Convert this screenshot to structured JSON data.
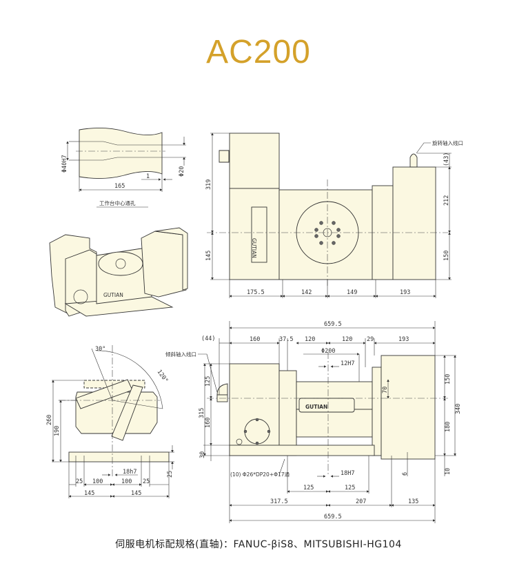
{
  "title": "AC200",
  "colors": {
    "title": "#d4a12a",
    "part_fill": "#fbf8e1",
    "line": "#333333"
  },
  "through_hole_view": {
    "caption": "工作台中心通孔",
    "dims": {
      "bore": "Φ40H7",
      "inner": "Φ20",
      "length": "165",
      "step": "1"
    }
  },
  "top_view": {
    "port_label": "旋转轴入线口",
    "dims": {
      "height_total": "319",
      "height_lower": "145",
      "port_offset": "(43)",
      "motor_upper": "212",
      "motor_lower": "150",
      "w1": "175.5",
      "w2": "142",
      "w3": "149",
      "w4": "193"
    },
    "logo": "GUTIAN"
  },
  "tilt_view": {
    "angle_a": "30°",
    "angle_b": "120°",
    "dims": {
      "h260": "260",
      "h190": "190",
      "base": "25",
      "slot": "18h7",
      "b25a": "25",
      "b100a": "100",
      "b100b": "100",
      "b25b": "25",
      "w145a": "145",
      "w145b": "145"
    }
  },
  "front_view": {
    "port_label": "倾斜轴入线口",
    "hole_note": "(10) Φ26*DP20+Φ17通",
    "logo": "GUTIAN",
    "dims": {
      "overall_top": "659.5",
      "offset": "(44)",
      "d160": "160",
      "d375": "37.5",
      "d120a": "120",
      "d120b": "120",
      "d29": "29",
      "d193": "193",
      "table": "Φ200",
      "slot_top": "12H7",
      "d70": "70",
      "v315": "315",
      "v125": "125",
      "v160": "160",
      "v30": "30",
      "r150": "150",
      "r180": "180",
      "r340": "340",
      "r10": "10",
      "r6": "6",
      "slot_bot": "18H7",
      "b125a": "125",
      "b125b": "125",
      "b3175": "317.5",
      "b207": "207",
      "b135": "135",
      "overall_bottom": "659.5"
    }
  },
  "footer": {
    "spec": "伺服电机标配规格(直轴)：FANUC-βiS8、MITSUBISHI-HG104"
  }
}
